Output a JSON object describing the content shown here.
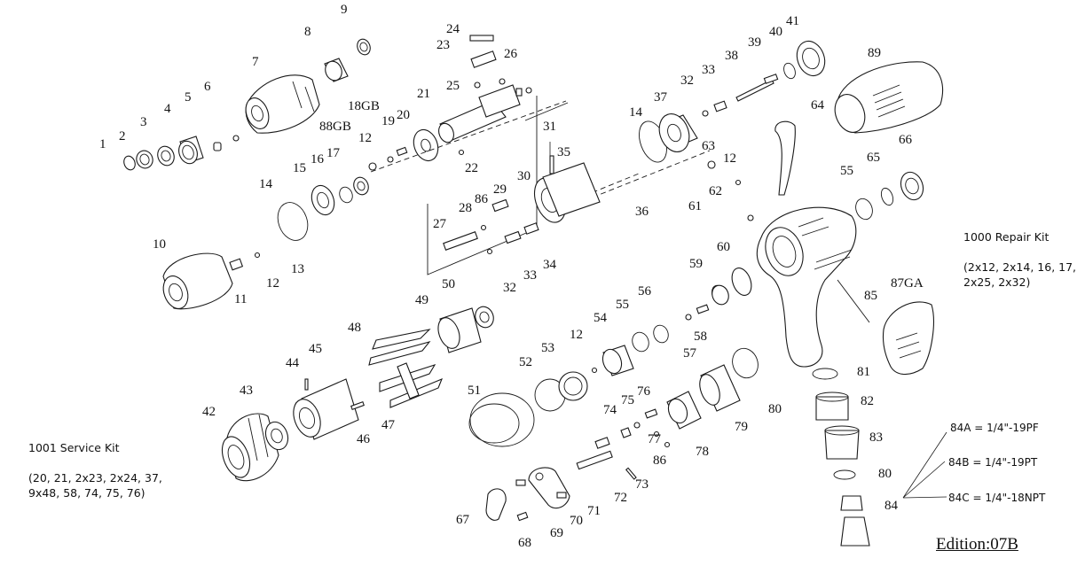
{
  "kits": {
    "service_title": "1001 Service Kit",
    "service_items": "(20, 21, 2x23, 2x24, 37,\n9x48, 58, 74, 75, 76)",
    "repair_title": "1000 Repair Kit",
    "repair_items": "(2x12, 2x14, 16, 17,\n2x25, 2x32)"
  },
  "inlets": {
    "a": "84A = 1/4\"-19PF",
    "b": "84B = 1/4\"-19PT",
    "c": "84C = 1/4\"-18NPT"
  },
  "edition": "Edition:07B",
  "labels": [
    {
      "text": "1"
    },
    {
      "text": "2"
    },
    {
      "text": "3"
    },
    {
      "text": "4"
    },
    {
      "text": "5"
    },
    {
      "text": "6"
    },
    {
      "text": "7"
    },
    {
      "text": "8"
    },
    {
      "text": "9"
    },
    {
      "text": "10"
    },
    {
      "text": "11"
    },
    {
      "text": "12"
    },
    {
      "text": "13"
    },
    {
      "text": "14"
    },
    {
      "text": "15"
    },
    {
      "text": "16"
    },
    {
      "text": "17"
    },
    {
      "text": "88GB"
    },
    {
      "text": "12"
    },
    {
      "text": "18GB"
    },
    {
      "text": "19"
    },
    {
      "text": "20"
    },
    {
      "text": "21"
    },
    {
      "text": "22"
    },
    {
      "text": "23"
    },
    {
      "text": "24"
    },
    {
      "text": "25"
    },
    {
      "text": "26"
    },
    {
      "text": "14"
    },
    {
      "text": "37"
    },
    {
      "text": "32"
    },
    {
      "text": "33"
    },
    {
      "text": "38"
    },
    {
      "text": "39"
    },
    {
      "text": "40"
    },
    {
      "text": "41"
    },
    {
      "text": "89"
    },
    {
      "text": "31"
    },
    {
      "text": "35"
    },
    {
      "text": "30"
    },
    {
      "text": "29"
    },
    {
      "text": "86"
    },
    {
      "text": "28"
    },
    {
      "text": "27"
    },
    {
      "text": "36"
    },
    {
      "text": "32"
    },
    {
      "text": "33"
    },
    {
      "text": "34"
    },
    {
      "text": "64"
    },
    {
      "text": "63"
    },
    {
      "text": "12"
    },
    {
      "text": "62"
    },
    {
      "text": "61"
    },
    {
      "text": "55"
    },
    {
      "text": "65"
    },
    {
      "text": "66"
    },
    {
      "text": "60"
    },
    {
      "text": "59"
    },
    {
      "text": "85"
    },
    {
      "text": "87GA"
    },
    {
      "text": "50"
    },
    {
      "text": "49"
    },
    {
      "text": "48"
    },
    {
      "text": "45"
    },
    {
      "text": "44"
    },
    {
      "text": "43"
    },
    {
      "text": "42"
    },
    {
      "text": "47"
    },
    {
      "text": "46"
    },
    {
      "text": "12"
    },
    {
      "text": "54"
    },
    {
      "text": "55"
    },
    {
      "text": "56"
    },
    {
      "text": "53"
    },
    {
      "text": "52"
    },
    {
      "text": "51"
    },
    {
      "text": "58"
    },
    {
      "text": "57"
    },
    {
      "text": "81"
    },
    {
      "text": "80"
    },
    {
      "text": "82"
    },
    {
      "text": "83"
    },
    {
      "text": "80"
    },
    {
      "text": "84"
    },
    {
      "text": "74"
    },
    {
      "text": "75"
    },
    {
      "text": "76"
    },
    {
      "text": "77"
    },
    {
      "text": "86"
    },
    {
      "text": "78"
    },
    {
      "text": "79"
    },
    {
      "text": "73"
    },
    {
      "text": "72"
    },
    {
      "text": "71"
    },
    {
      "text": "70"
    },
    {
      "text": "69"
    },
    {
      "text": "68"
    },
    {
      "text": "67"
    }
  ]
}
